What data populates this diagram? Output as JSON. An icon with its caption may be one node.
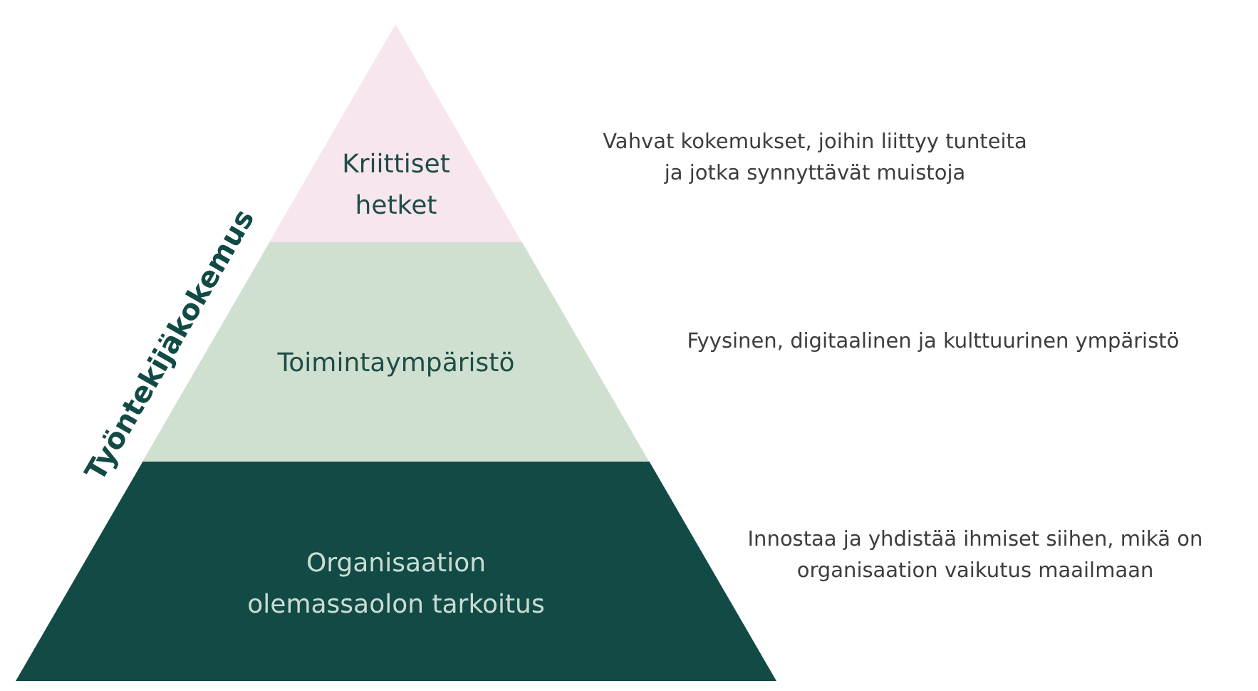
{
  "diagram": {
    "nodes": [
      {
        "text": [
          "Kriittiset hetket"
        ],
        "beside": [
          "Vahvat kokemukset, joihin liittyy tunteita ja jotka synnyttävät muistoja"
        ]
      },
      {
        "text": [
          "Toimintaympäristö"
        ],
        "beside": [
          "Fyysinen, digitaalinen ja kulttuurinen ympäristö"
        ]
      },
      {
        "text": [
          "Organisaation olemassaolon tarkoitus"
        ],
        "beside": [
          "Innostaa ja yhdistää ihmiset siihen, mikä on organisaation vaikutus maailmaan"
        ]
      }
    ],
    "labels": [
      "Työntekijäkokemus"
    ]
  }
}
